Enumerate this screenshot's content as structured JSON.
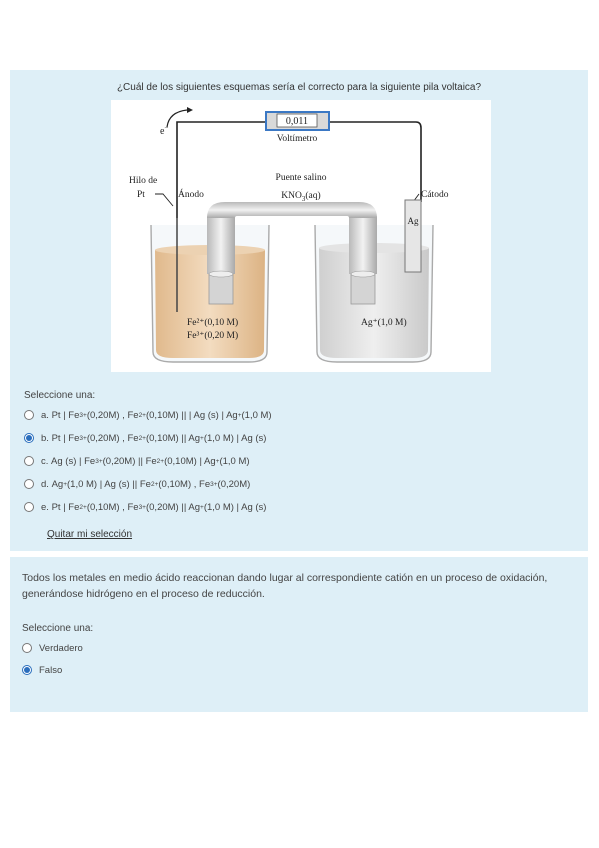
{
  "question1": {
    "text": "¿Cuál de los siguientes esquemas sería el correcto para la siguiente pila voltaica?",
    "figure": {
      "voltmeter_reading": "0,011",
      "voltmeter_label": "Voltímetro",
      "electron_label": "e",
      "electron_sup": "−",
      "wire_label_line1": "Hilo de",
      "wire_label_line2": "Pt",
      "anode_label": "Ánodo",
      "bridge_label": "Puente salino",
      "bridge_solution_pre": "KNO",
      "bridge_solution_sub": "3",
      "bridge_solution_post": "(aq)",
      "cathode_label": "Cátodo",
      "electrode_label": "Ag",
      "left_solution_line1": "Fe²⁺(0,10 M)",
      "left_solution_line2": "Fe³⁺(0,20 M)",
      "right_solution": "Ag⁺(1,0 M)"
    },
    "select_label": "Seleccione una:",
    "options": [
      {
        "letter": "a.",
        "p1": "Pt | Fe",
        "s1": "3+",
        "p2": " (0,20M) , Fe",
        "s2": "2+",
        "p3": " (0,10M) ||  | Ag (s) | Ag",
        "s3": "+",
        "p4": " (1,0 M)",
        "checked": false
      },
      {
        "letter": "b.",
        "p1": "Pt | Fe",
        "s1": "3+",
        "p2": " (0,20M) , Fe",
        "s2": "2+",
        "p3": " (0,10M) || Ag",
        "s3": "+",
        "p4": " (1,0 M) | Ag (s)",
        "checked": true
      },
      {
        "letter": "c.",
        "p1": "Ag (s) | Fe",
        "s1": "3+",
        "p2": " (0,20M) || Fe",
        "s2": "2+",
        "p3": " (0,10M) | Ag",
        "s3": "+",
        "p4": " (1,0 M)",
        "checked": false
      },
      {
        "letter": "d.",
        "p1": "Ag",
        "s1": "+",
        "p2": " (1,0 M) | Ag (s) || Fe",
        "s2": "2+",
        "p3": " (0,10M) , Fe",
        "s3": "3+",
        "p4": " (0,20M)",
        "checked": false
      },
      {
        "letter": "e.",
        "p1": "Pt | Fe",
        "s1": "2+",
        "p2": " (0,10M) , Fe",
        "s2": "3+",
        "p3": " (0,20M) || Ag",
        "s3": "+",
        "p4": " (1,0 M) | Ag (s)",
        "checked": false
      }
    ],
    "clear_label": "Quitar mi selección"
  },
  "question2": {
    "text": "Todos los metales en medio ácido reaccionan dando lugar al correspondiente catión en un proceso de oxidación, generándose hidrógeno en el proceso de reducción.",
    "select_label": "Seleccione una:",
    "options": [
      {
        "label": "Verdadero",
        "checked": false
      },
      {
        "label": "Falso",
        "checked": true
      }
    ]
  },
  "colors": {
    "panel_bg": "#deeff7",
    "radio_checked": "#2a6ebd",
    "voltmeter_display": "#3b78c4"
  }
}
